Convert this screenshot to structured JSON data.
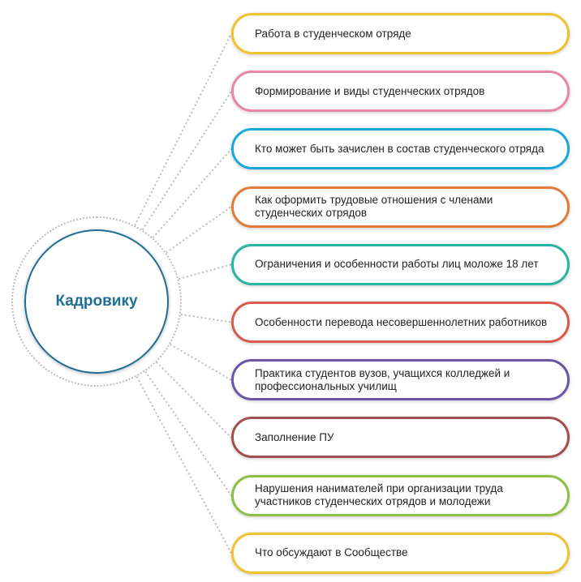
{
  "hub": {
    "label": "Кадровику",
    "color": "#1f6e94"
  },
  "items": [
    {
      "label": "Работа в студенческом отряде",
      "color": "#f2c12e"
    },
    {
      "label": "Формирование и виды студенческих отрядов",
      "color": "#e985a5"
    },
    {
      "label": "Кто может быть зачислен в состав студенческого отряда",
      "color": "#1aa8d8"
    },
    {
      "label": "Как оформить трудовые отношения с членами студенческих отрядов",
      "color": "#e07b39"
    },
    {
      "label": "Ограничения и особенности работы лиц моложе 18 лет",
      "color": "#25b5a2"
    },
    {
      "label": "Особенности перевода несовершеннолетних работников",
      "color": "#d9594a"
    },
    {
      "label": "Практика студентов вузов, учащихся колледжей и профессиональных училищ",
      "color": "#6b55a7"
    },
    {
      "label": "Заполнение ПУ",
      "color": "#a24f4f"
    },
    {
      "label": "Нарушения нанимателей при организации труда участников студенческих отрядов и молодежи",
      "color": "#8bbf45"
    },
    {
      "label": "Что обсуждают в Сообществе",
      "color": "#f2c12e"
    }
  ]
}
